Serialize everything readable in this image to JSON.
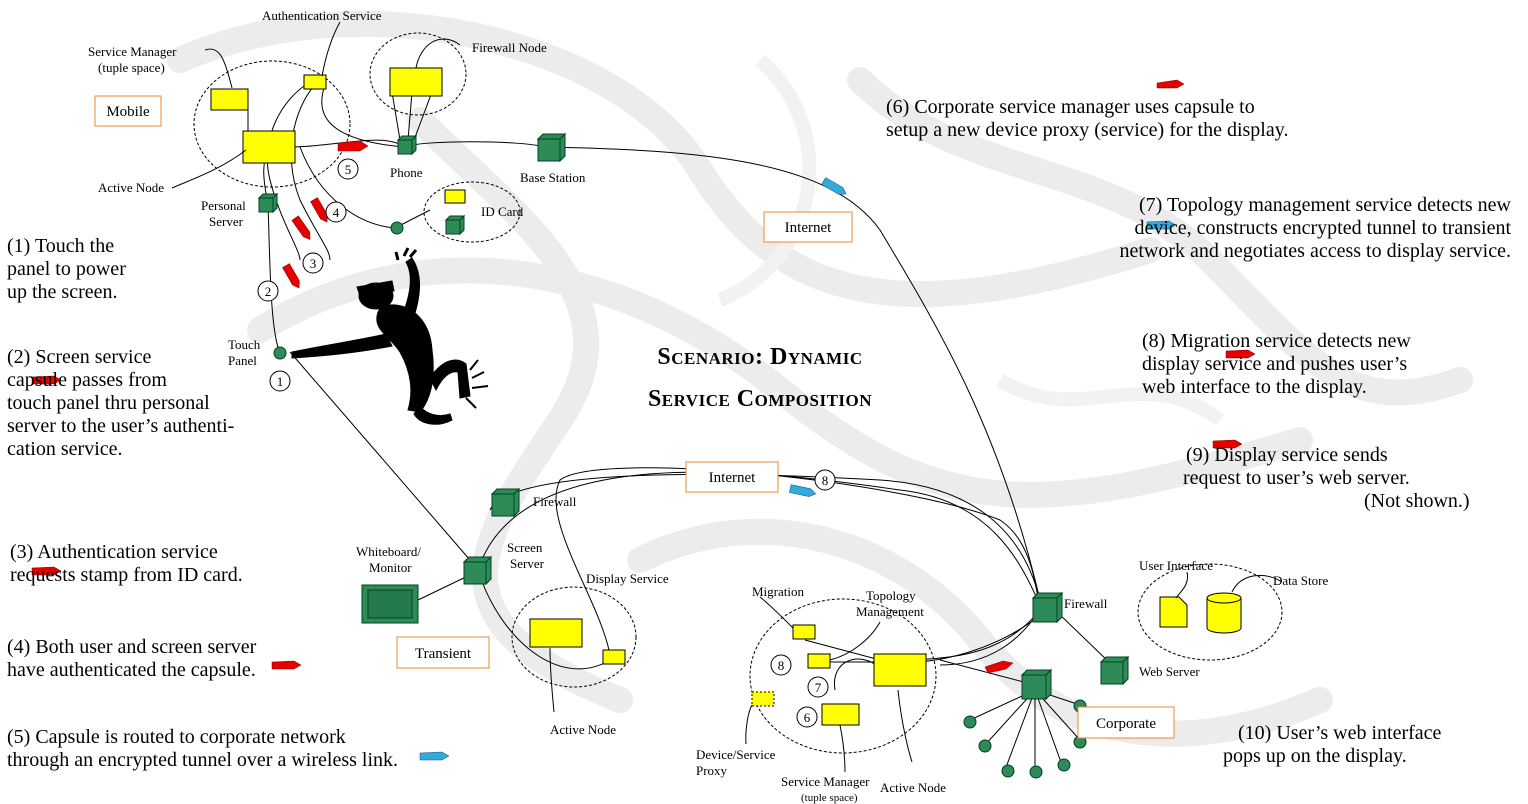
{
  "title_line1": "Scenario: Dynamic",
  "title_line2": "Service Composition",
  "labels": {
    "authentication_service": "Authentication Service",
    "firewall_node": "Firewall Node",
    "service_manager_top_1": "Service Manager",
    "service_manager_top_2": "(tuple space)",
    "mobile": "Mobile",
    "active_node_top": "Active Node",
    "phone": "Phone",
    "base_station": "Base Station",
    "personal_server_1": "Personal",
    "personal_server_2": "Server",
    "id_card": "ID Card",
    "internet_top": "Internet",
    "touch_panel_1": "Touch",
    "touch_panel_2": "Panel",
    "internet_mid": "Internet",
    "firewall_mid": "Firewall",
    "screen_server_1": "Screen",
    "screen_server_2": "Server",
    "whiteboard_1": "Whiteboard/",
    "whiteboard_2": "Monitor",
    "display_service": "Display Service",
    "transient": "Transient",
    "active_node_mid": "Active Node",
    "migration": "Migration",
    "topology_1": "Topology",
    "topology_2": "Management",
    "device_proxy_1": "Device/Service",
    "device_proxy_2": "Proxy",
    "service_manager_bot_1": "Service Manager",
    "service_manager_bot_2": "(tuple space)",
    "active_node_bot": "Active Node",
    "firewall_right": "Firewall",
    "user_interface": "User Interface",
    "data_store": "Data Store",
    "web_server": "Web Server",
    "corporate": "Corporate"
  },
  "step_numbers": [
    "1",
    "2",
    "3",
    "4",
    "5",
    "6",
    "7",
    "8"
  ],
  "steps": {
    "s1": [
      "(1) Touch the",
      "panel to power",
      "up the screen."
    ],
    "s2": [
      "(2) Screen service",
      "capsule passes from",
      "touch panel thru personal",
      "server to the user’s authenti-",
      "cation service."
    ],
    "s3": [
      "(3) Authentication service",
      "requests stamp from ID card."
    ],
    "s4": [
      "(4) Both user and screen server",
      "have authenticated the capsule."
    ],
    "s5": [
      "(5) Capsule is routed to corporate network",
      "through an encrypted tunnel over a wireless link."
    ],
    "s6": [
      "(6) Corporate service manager uses capsule to",
      "setup a new device proxy (service) for the display."
    ],
    "s7": [
      "(7) Topology management service detects new",
      "device, constructs encrypted tunnel to transient",
      "network and negotiates access to display service."
    ],
    "s8": [
      "(8) Migration service detects new",
      "display service and pushes user’s",
      "web interface to the display."
    ],
    "s9": [
      "(9) Display service sends",
      "request to user’s web server.",
      "(Not shown.)"
    ],
    "s10": [
      "(10) User’s web interface",
      "pops up on the display."
    ]
  },
  "colors": {
    "node_yellow": "#ffff00",
    "node_green": "#2e8b57",
    "capsule_red": "#e60000",
    "tunnel_blue": "#33aadd",
    "label_border": "#ee8833"
  }
}
